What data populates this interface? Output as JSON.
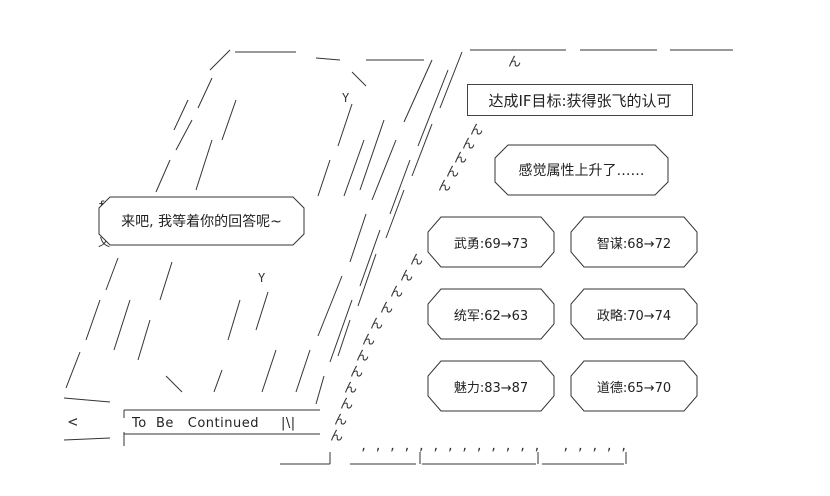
{
  "mission": {
    "text": "达成IF目标:获得张飞的认可"
  },
  "feeling": {
    "text": "感觉属性上升了……"
  },
  "speech": {
    "text": "来吧, 我等着你的回答呢~"
  },
  "stats": [
    {
      "label": "武勇:69→73"
    },
    {
      "label": "智谋:68→72"
    },
    {
      "label": "统军:62→63"
    },
    {
      "label": "政略:70→74"
    },
    {
      "label": "魅力:83→87"
    },
    {
      "label": "道德:65→70"
    }
  ],
  "banner": {
    "text": "To  Be   Continued",
    "symbol": "|\\|"
  },
  "art": {
    "y1": "Y",
    "y2": "Y",
    "n_top": "ん",
    "face_f": "f",
    "face_x": "乂",
    "lt": "<",
    "footer_dots": ", , , , , , , , , , , , ,   , , , , ,"
  }
}
